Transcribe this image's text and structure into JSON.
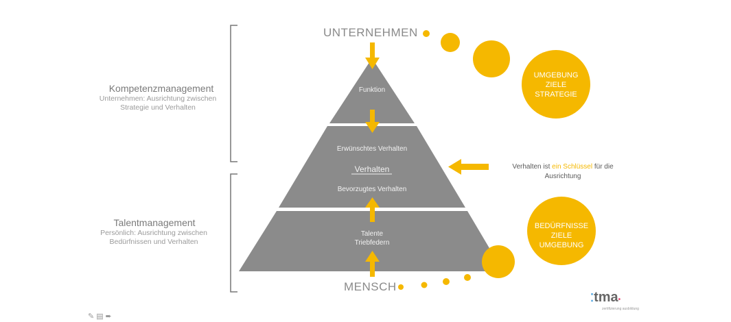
{
  "labels": {
    "top": "UNTERNEHMEN",
    "bottom": "MENSCH"
  },
  "left": {
    "competence": {
      "title": "Kompetenzmanagement",
      "line1": "Unternehmen: Ausrichtung zwischen",
      "line2": "Strategie und Verhalten"
    },
    "talent": {
      "title": "Talentmanagement",
      "line1": "Persönlich: Ausrichtung zwischen",
      "line2": "Bedürfnissen und Verhalten"
    }
  },
  "pyramid": {
    "funktion": "Funktion",
    "erwuenscht": "Erwünschtes Verhalten",
    "verhalten": "Verhalten",
    "bevorzugt": "Bevorzugtes Verhalten",
    "talente": "Talente",
    "triebfedern": "Triebfedern"
  },
  "circles": {
    "top": {
      "line1": "UMGEBUNG",
      "line2": "ZIELE",
      "line3": "STRATEGIE"
    },
    "bottom": {
      "line1": "BEDÜRFNISSE",
      "line2": "ZIELE",
      "line3": "UMGEBUNG"
    }
  },
  "note": {
    "part1": "Verhalten ist ",
    "accent": "ein Schlüssel",
    "part2": " für die",
    "line2": "Ausrichtung"
  },
  "logo": {
    "text": "tma",
    "sub": "zertifizierung ausbildung"
  },
  "colors": {
    "accent": "#f5b800",
    "pyramid": "#8a8a8a",
    "bracket": "#777777"
  },
  "toolbar_icons": [
    "pencil-icon",
    "notes-icon",
    "forward-icon"
  ]
}
